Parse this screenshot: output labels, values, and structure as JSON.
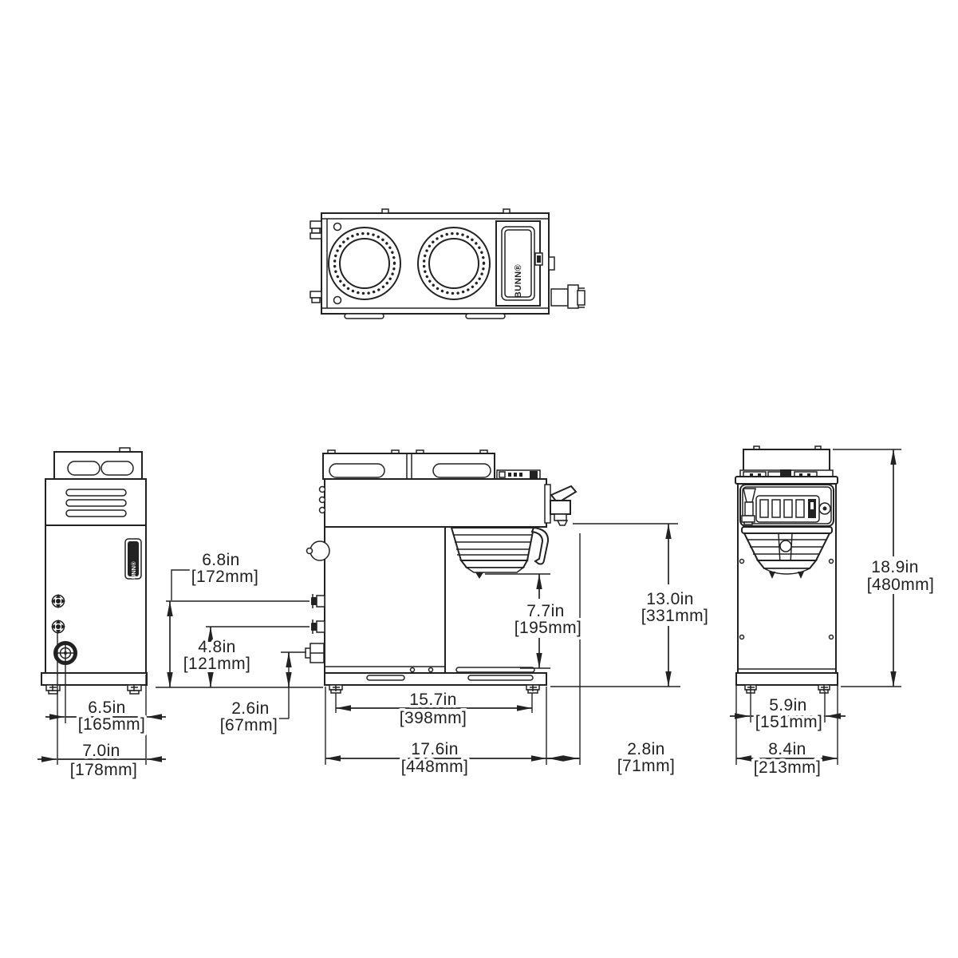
{
  "theme": {
    "background": "#ffffff",
    "line_color": "#222222"
  },
  "brand": {
    "logo_text": "BUNN®"
  },
  "diagram": {
    "type": "product-dimension-drawing",
    "subject": "dual-warmer coffee brewer with hot water faucet",
    "views": [
      "top",
      "rear",
      "side",
      "front"
    ]
  },
  "dimensions": {
    "d68": {
      "in": "6.8in",
      "mm": "[172mm]"
    },
    "d48": {
      "in": "4.8in",
      "mm": "[121mm]"
    },
    "d26": {
      "in": "2.6in",
      "mm": "[67mm]"
    },
    "d65": {
      "in": "6.5in",
      "mm": "[165mm]"
    },
    "d70": {
      "in": "7.0in",
      "mm": "[178mm]"
    },
    "d157": {
      "in": "15.7in",
      "mm": "[398mm]"
    },
    "d176": {
      "in": "17.6in",
      "mm": "[448mm]"
    },
    "d28": {
      "in": "2.8in",
      "mm": "[71mm]"
    },
    "d77": {
      "in": "7.7in",
      "mm": "[195mm]"
    },
    "d130": {
      "in": "13.0in",
      "mm": "[331mm]"
    },
    "d59": {
      "in": "5.9in",
      "mm": "[151mm]"
    },
    "d84": {
      "in": "8.4in",
      "mm": "[213mm]"
    },
    "d189": {
      "in": "18.9in",
      "mm": "[480mm]"
    }
  }
}
